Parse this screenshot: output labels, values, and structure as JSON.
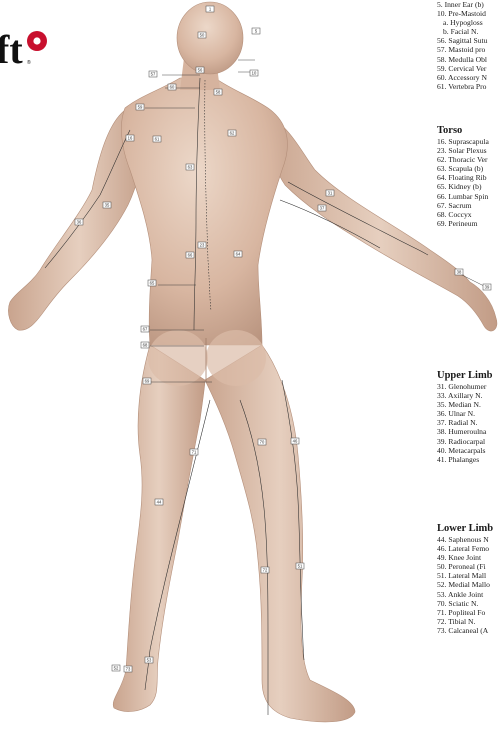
{
  "logo": {
    "text": "ft",
    "mark": "®",
    "colors": {
      "ink": "#111111",
      "accent": "#c8102e"
    }
  },
  "figure": {
    "subject": "human figure, posterior view",
    "colors": {
      "skin_light": "#ead4c4",
      "skin": "#d9b8a3",
      "skin_shadow": "#b89580",
      "line": "#2b2b2b"
    },
    "tags": [
      {
        "n": "1"
      },
      {
        "n": "50"
      },
      {
        "n": "5"
      },
      {
        "n": "56"
      },
      {
        "n": "10"
      },
      {
        "n": "57"
      },
      {
        "n": "58"
      },
      {
        "n": "60"
      },
      {
        "n": "59"
      },
      {
        "n": "16"
      },
      {
        "n": "61"
      },
      {
        "n": "62"
      },
      {
        "n": "63"
      },
      {
        "n": "31"
      },
      {
        "n": "35"
      },
      {
        "n": "36"
      },
      {
        "n": "37"
      },
      {
        "n": "23"
      },
      {
        "n": "64"
      },
      {
        "n": "65"
      },
      {
        "n": "66"
      },
      {
        "n": "38"
      },
      {
        "n": "39"
      },
      {
        "n": "67"
      },
      {
        "n": "68"
      },
      {
        "n": "69"
      },
      {
        "n": "70"
      },
      {
        "n": "46"
      },
      {
        "n": "44"
      },
      {
        "n": "71"
      },
      {
        "n": "72"
      },
      {
        "n": "51"
      },
      {
        "n": "52"
      },
      {
        "n": "73"
      },
      {
        "n": "53"
      }
    ]
  },
  "legend": {
    "head_neck": {
      "items": [
        {
          "text": "5. Inner Ear (b)"
        },
        {
          "text": "10. Pre-Mastoid"
        },
        {
          "text": "a. Hypogloss",
          "sub": true
        },
        {
          "text": "b. Facial N.",
          "sub": true
        },
        {
          "text": "56. Sagittal Sutu"
        },
        {
          "text": "57. Mastoid pro"
        },
        {
          "text": "58. Medulla Obl"
        },
        {
          "text": "59. Cervical Ver"
        },
        {
          "text": "60. Accessory N"
        },
        {
          "text": "61. Vertebra Pro"
        }
      ]
    },
    "torso": {
      "title": "Torso",
      "items": [
        {
          "text": "16. Suprascapula"
        },
        {
          "text": "23. Solar Plexus"
        },
        {
          "text": "62. Thoracic Ver"
        },
        {
          "text": "63. Scapula (b)"
        },
        {
          "text": "64. Floating Rib"
        },
        {
          "text": "65. Kidney (b)"
        },
        {
          "text": "66. Lumbar Spin"
        },
        {
          "text": "67. Sacrum"
        },
        {
          "text": "68. Coccyx"
        },
        {
          "text": "69. Perineum"
        }
      ]
    },
    "upper_limb": {
      "title": "Upper Limb",
      "items": [
        {
          "text": "31. Glenohumer"
        },
        {
          "text": "33. Axillary N."
        },
        {
          "text": "35. Median N."
        },
        {
          "text": "36. Ulnar N."
        },
        {
          "text": "37. Radial N."
        },
        {
          "text": "38. Humeroulna"
        },
        {
          "text": "39. Radiocarpal"
        },
        {
          "text": "40. Metacarpals"
        },
        {
          "text": "41. Phalanges"
        }
      ]
    },
    "lower_limb": {
      "title": "Lower Limb",
      "items": [
        {
          "text": "44. Saphenous N"
        },
        {
          "text": "46. Lateral Femo"
        },
        {
          "text": "49. Knee Joint"
        },
        {
          "text": "50. Peroneal (Fi"
        },
        {
          "text": "51. Lateral Mall"
        },
        {
          "text": "52. Medial Mallo"
        },
        {
          "text": "53. Ankle Joint"
        },
        {
          "text": "70. Sciatic N."
        },
        {
          "text": "71. Popliteal Fo"
        },
        {
          "text": "72. Tibial N."
        },
        {
          "text": "73. Calcaneal (A"
        }
      ]
    }
  }
}
